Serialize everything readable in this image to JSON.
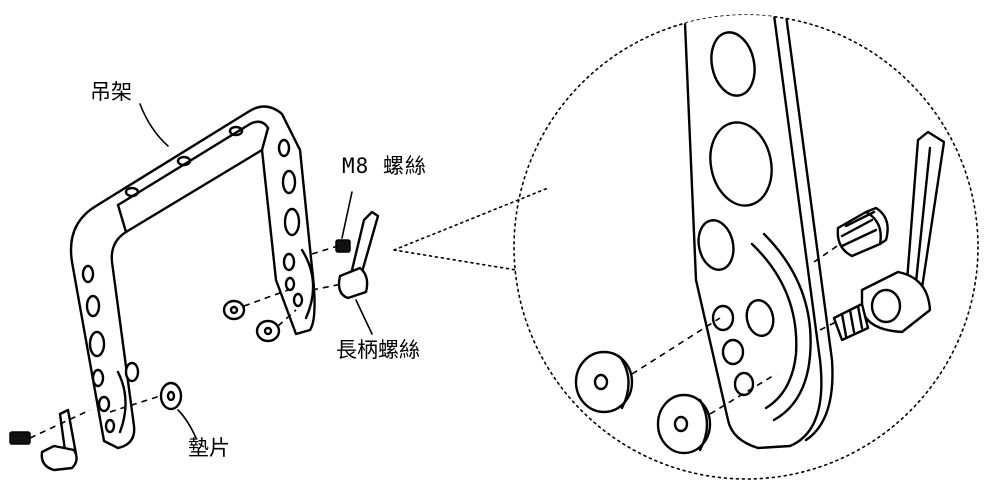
{
  "labels": {
    "hanger": "吊架",
    "m8_screw": "M8 螺絲",
    "handle_screw": "長柄螺絲",
    "washer": "墊片"
  }
}
